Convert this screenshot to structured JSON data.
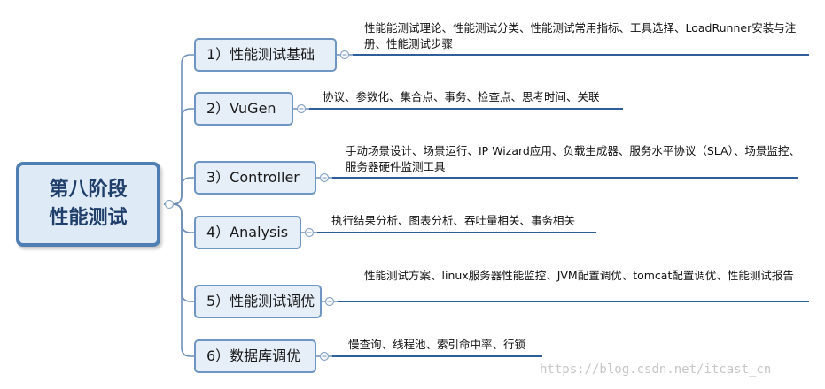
{
  "root": {
    "line1": "第八阶段",
    "line2": "性能测试"
  },
  "branches": [
    {
      "label": "1）性能测试基础",
      "detail": "性能能测试理论、性能测试分类、性能测试常用指标、工具选择、LoadRunner安装与注册、性能测试步骤"
    },
    {
      "label": "2）VuGen",
      "detail": "协议、参数化、集合点、事务、检查点、思考时间、关联"
    },
    {
      "label": "3）Controller",
      "detail": "手动场景设计、场景运行、IP Wizard应用、负载生成器、服务水平协议（SLA）、场景监控、 服务器硬件监测工具"
    },
    {
      "label": "4）Analysis",
      "detail": "执行结果分析、图表分析、吞吐量相关、事务相关"
    },
    {
      "label": "5）性能测试调优",
      "detail": "性能测试方案、linux服务器性能监控、JVM配置调优、tomcat配置调优、性能测试报告"
    },
    {
      "label": "6）数据库调优",
      "detail": "慢查询、线程池、索引命中率、行锁"
    }
  ],
  "watermark": "https://blog.csdn.net/itcast_cn",
  "colors": {
    "root_border": "#4f7fb2",
    "root_fill": "#dfeaf7",
    "topic_border": "#6f96c3",
    "topic_fill": "#e6eef8",
    "connector": "#6f8fb8",
    "underline": "#2f5f98"
  }
}
